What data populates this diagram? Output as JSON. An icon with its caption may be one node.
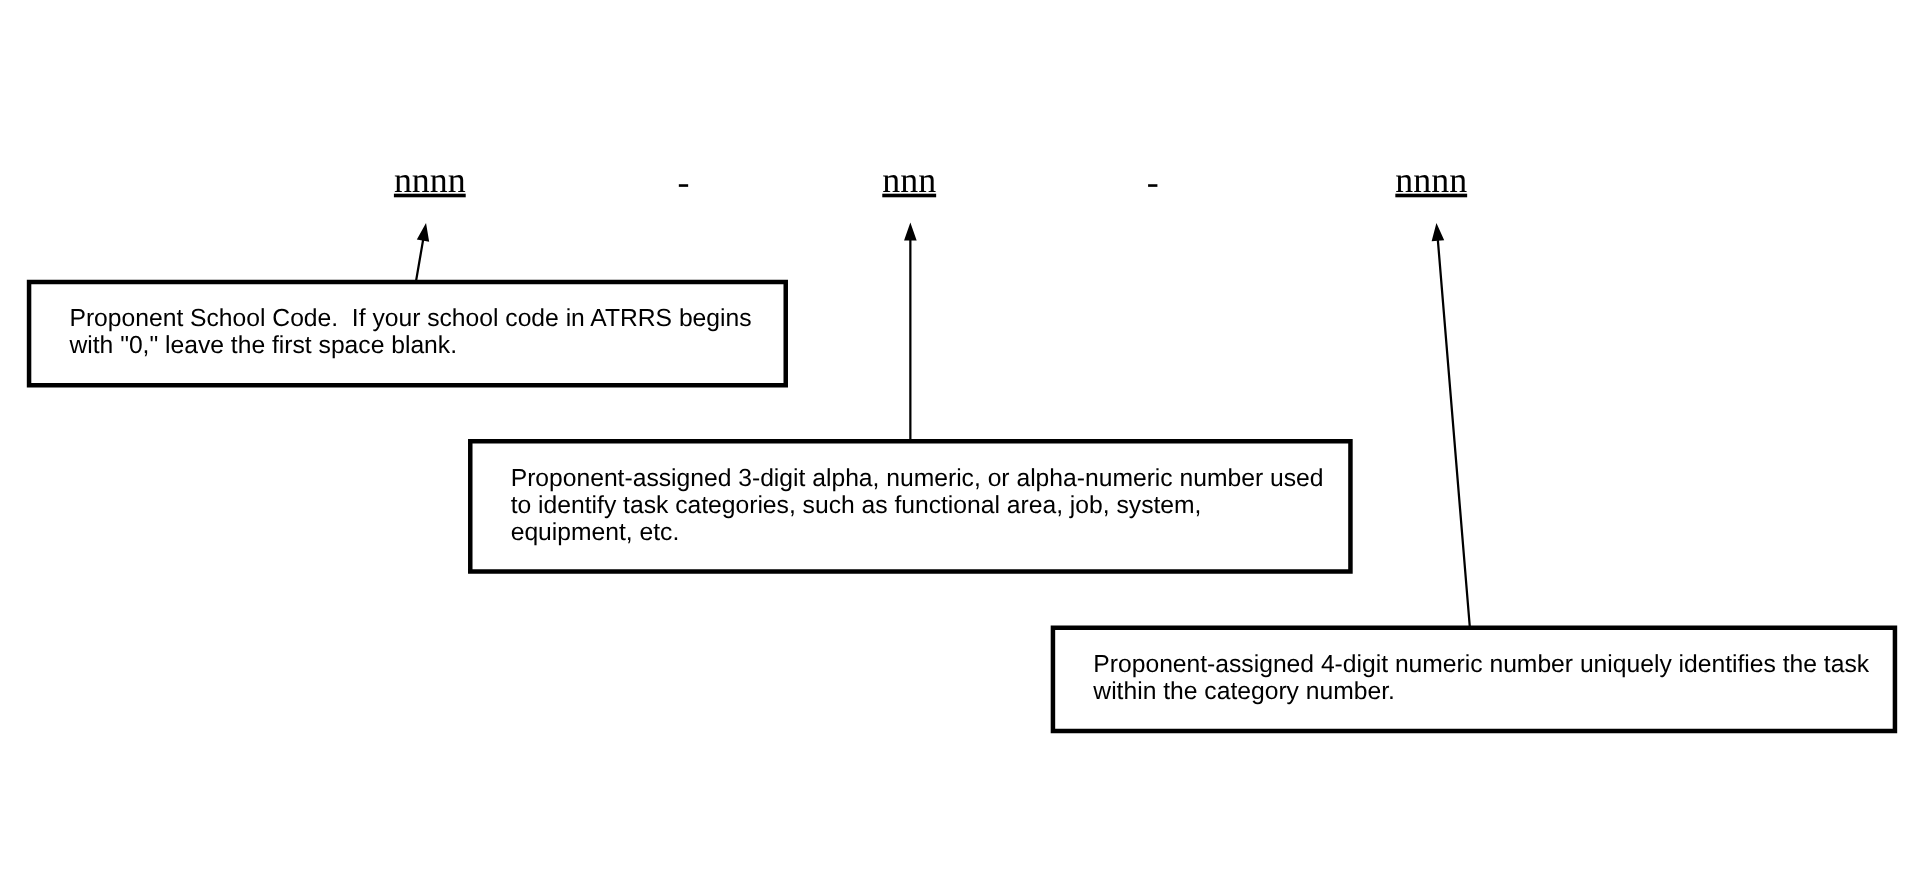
{
  "diagram": {
    "nodes": [
      {
        "text": [
          "nnnn"
        ]
      },
      {
        "text": [
          "nnn"
        ]
      },
      {
        "text": [
          "nnnn"
        ]
      },
      {
        "text": [
          "Proponent-assigned 4-digit numeric number uniquely identifies the task within the category number."
        ]
      },
      {
        "text": [
          "Proponent-assigned 3-digit alpha, numeric, or alpha-numeric number used to identify task categories, such as functional area, job, system, equipment, etc."
        ]
      },
      {
        "text": [
          "Proponent School Code.  If your school code in ATRRS begins with \"0,\" leave the first space blank."
        ]
      }
    ],
    "edges": [
      {
        "from": 3,
        "to": 2,
        "arrow": "to"
      },
      {
        "from": 4,
        "to": 1,
        "arrow": "to"
      },
      {
        "from": 5,
        "to": 0,
        "arrow": "to"
      }
    ],
    "labels": [
      "-",
      "-"
    ]
  }
}
